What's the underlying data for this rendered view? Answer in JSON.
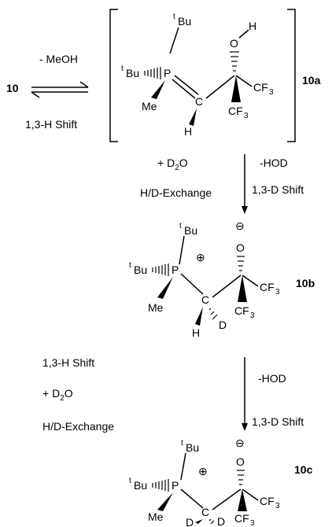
{
  "compounds": {
    "start": "10",
    "intermediate_a": "10a",
    "intermediate_b": "10b",
    "product_c": "10c"
  },
  "step1": {
    "top": "- MeOH",
    "bottom": "1,3-H Shift"
  },
  "step2": {
    "reagent_prefix": "+ D",
    "reagent_sub": "2",
    "reagent_suffix": "O",
    "exchange": "H/D-Exchange",
    "loss": "-HOD",
    "shift": "1,3-D Shift"
  },
  "step3": {
    "h_shift": "1,3-H Shift",
    "reagent_prefix": "+ D",
    "reagent_sub": "2",
    "reagent_suffix": "O",
    "exchange": "H/D-Exchange",
    "loss": "-HOD",
    "shift": "1,3-D Shift"
  },
  "atoms": {
    "t": "t",
    "bu": "Bu",
    "p": "P",
    "me": "Me",
    "c": "C",
    "h": "H",
    "d": "D",
    "o": "O",
    "cf": "CF",
    "three": "3"
  },
  "charges": {
    "plus": "⊕",
    "minus": "⊖"
  }
}
